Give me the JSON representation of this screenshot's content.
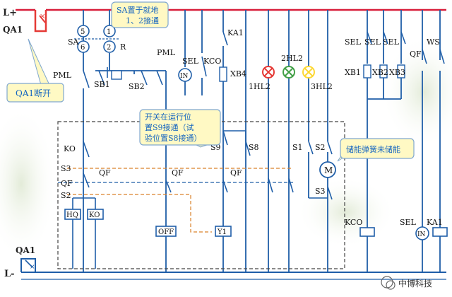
{
  "colors": {
    "background": "#ffffff",
    "bus": "#d81f3a",
    "feed_highlight": "#e53935",
    "wire": "#1f5ea8",
    "dashed_box": "#444444",
    "orange_dash": "#d9822b",
    "callout_fill": "#fff9c4",
    "callout_border": "#7fa7cf",
    "callout_text": "#1565c0",
    "lamp_red": "#e53935",
    "lamp_green": "#43a047",
    "lamp_yellow": "#fdd835"
  },
  "bus_labels": {
    "positive": "L+",
    "negative": "L-"
  },
  "callouts": {
    "qa1_off": "QA1断开",
    "sa_local": [
      "SA置于就地",
      "1、2接通"
    ],
    "switch_position": [
      "开关在运行位",
      "置S9接通（试",
      "验位置S8接通）"
    ],
    "spring_uncharged": "储能弹簧未储能"
  },
  "components": {
    "qa1_top": "QA1",
    "qa1_bottom": "QA1",
    "sa": "SA",
    "contact_5": "5",
    "contact_6": "6",
    "contact_1": "1",
    "contact_2": "2",
    "r": "R",
    "pml_left": "PML",
    "pml_right": "PML",
    "sb1": "SB1",
    "sb2": "SB2",
    "sel_1": "SEL",
    "in_1": "IN",
    "kco_1": "KCO",
    "ka1_top": "KA1",
    "xb4": "XB4",
    "hl2_1": "1HL2",
    "hl2_2": "2HL2",
    "hl2_3": "3HL2",
    "ko": "KO",
    "s3_left": "S3",
    "qf_left": "QF",
    "s2_left": "S2",
    "qf_mid1": "QF",
    "qf_mid2": "QF",
    "qf_mid3": "QF",
    "s9": "S9",
    "s8": "S8",
    "s1": "S1",
    "s2_right": "S2",
    "s3_right": "S3",
    "motor": "M",
    "hq": "HQ",
    "ko_coil": "KO",
    "off": "OFF",
    "y1": "Y1",
    "sel_2": "SEL",
    "sel_3": "SEL",
    "sel_4": "SEL",
    "qf_right": "QF",
    "ws": "WS",
    "xb1": "XB1",
    "xb2": "XB2",
    "xb3": "XB3",
    "kco_2": "KCO",
    "sel_5": "SEL",
    "in_2": "IN",
    "ka1_bottom": "KA1"
  },
  "watermark": "中博科技"
}
